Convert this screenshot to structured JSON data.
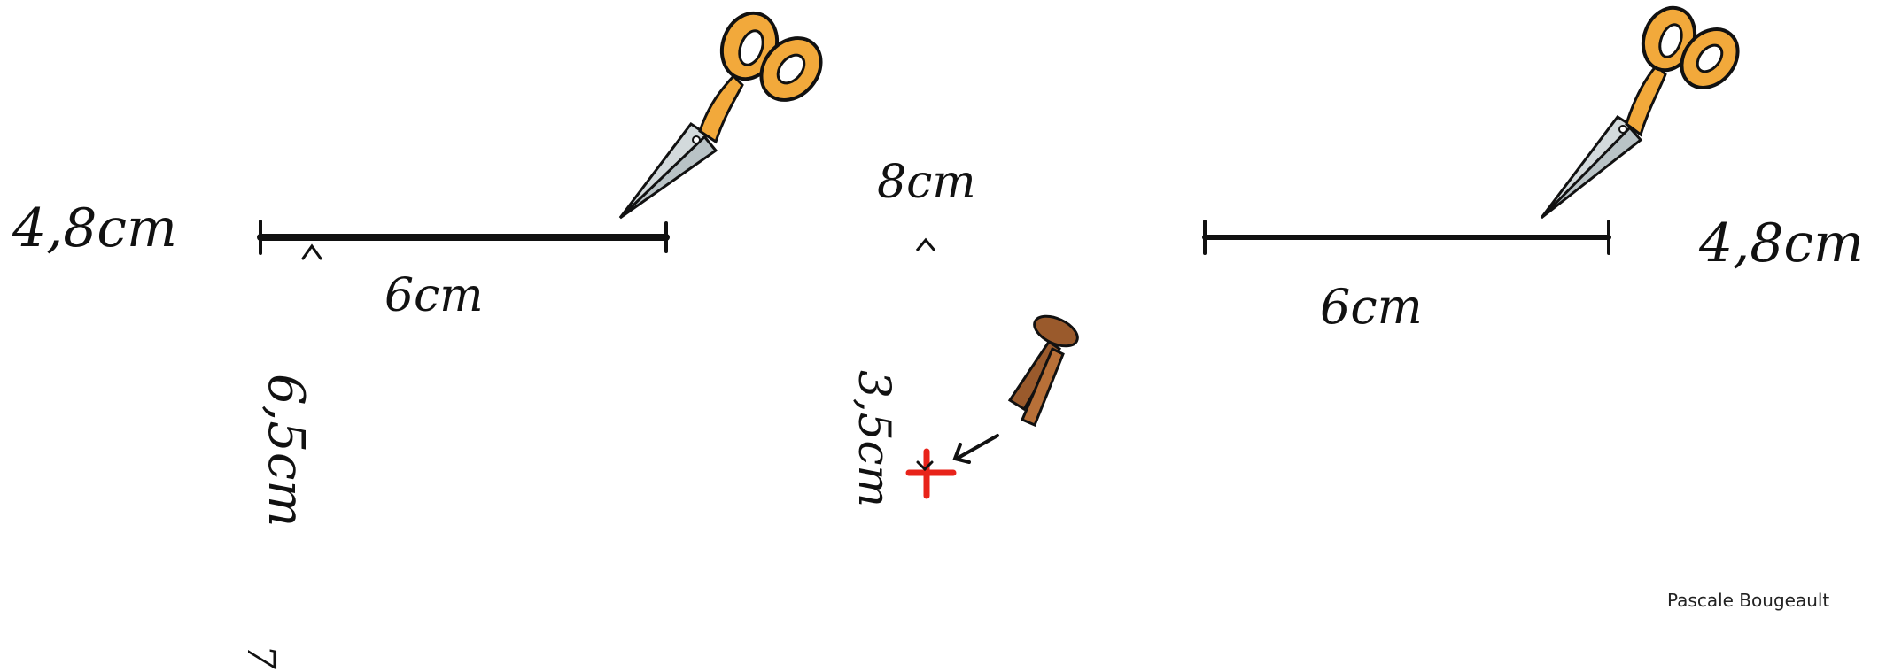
{
  "labels": {
    "left_width": "4,8cm",
    "left_length": "6cm",
    "left_fold": "6,5cm",
    "center_top": "8cm",
    "center_fold": "3,5cm",
    "right_length": "6cm",
    "right_width": "4,8cm",
    "bottom_fragment": "7"
  },
  "credit": "Pascale Bougeault",
  "colors": {
    "ink": "#111111",
    "scissors_handle": "#f2a93b",
    "scissors_blade": "#b9c3c6",
    "brad": "#9a5a2c",
    "cross": "#e8231a"
  },
  "icons": [
    "scissors-icon",
    "scissors-icon",
    "paper-fastener-icon",
    "arrow-icon",
    "cross-mark-icon"
  ]
}
